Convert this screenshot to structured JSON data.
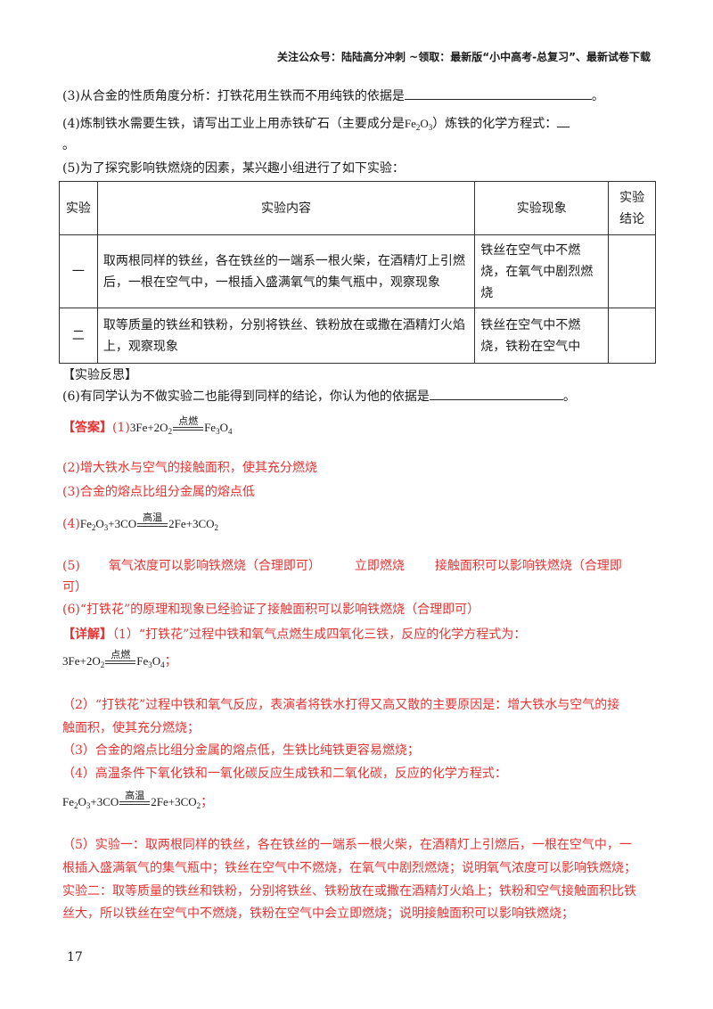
{
  "header": {
    "text": "关注公众号：陆陆高分冲刺 ~领取：最新版“小中高考-总复习”、最新试卷下载"
  },
  "q3": {
    "text": "(3)从合金的性质角度分析：打铁花用生铁而不用纯铁的依据是",
    "end": "。"
  },
  "q4": {
    "text_a": "(4)炼制铁水需要生铁，请写出工业上用赤铁矿石（主要成分是",
    "formula_main": "Fe",
    "formula_s1": "2",
    "formula_o": "O",
    "formula_s2": "3",
    "text_b": "）炼铁的化学方程式：",
    "line2": "。"
  },
  "q5": {
    "text": "(5)为了探究影响铁燃烧的因素，某兴趣小组进行了如下实验："
  },
  "table": {
    "headers": {
      "num": "实验",
      "content": "实验内容",
      "phenomenon": "实验现象",
      "conclusion": "实验结论"
    },
    "rows": [
      {
        "num": "一",
        "content": "取两根同样的铁丝，各在铁丝的一端系一根火柴，在酒精灯上引燃后，一根在空气中，一根插入盛满氧气的集气瓶中，观察现象",
        "phenomenon": "铁丝在空气中不燃烧，在氧气中剧烈燃烧",
        "conclusion": ""
      },
      {
        "num": "二",
        "content": "取等质量的铁丝和铁粉，分别将铁丝、铁粉放在或撒在酒精灯火焰上，观察现象",
        "phenomenon": "铁丝在空气中不燃烧，铁粉在空气中",
        "conclusion": ""
      }
    ]
  },
  "reflection": {
    "title": "【实验反思】",
    "q6": "(6)有同学认为不做实验二也能得到同样的结论，你认为他的依据是",
    "end": "。"
  },
  "answer": {
    "label": "【答案】",
    "a1_prefix": "(1)",
    "eq1_left": "3Fe+2O",
    "eq1_left_sub": "2",
    "eq1_cond": "点燃",
    "eq1_right": "Fe",
    "eq1_right_s1": "3",
    "eq1_right_o": "O",
    "eq1_right_s2": "4",
    "a2": "(2)增大铁水与空气的接触面积，使其充分燃烧",
    "a3": "(3)合金的熔点比组分金属的熔点低",
    "a4_prefix": "(4)",
    "eq2_left": "Fe",
    "eq2_left_s1": "2",
    "eq2_left_o": "O",
    "eq2_left_s2": "3",
    "eq2_left_tail": "+3CO",
    "eq2_cond": "高温",
    "eq2_right": "2Fe+3CO",
    "eq2_right_sub": "2",
    "a5_num": "(5)",
    "a5_p1": "氧气浓度可以影响铁燃烧（合理即可）",
    "a5_p2": "立即燃烧",
    "a5_p3": "接触面积可以影响铁燃烧（合理即",
    "a5_p3b": "可）",
    "a6": "(6)“打铁花”的原理和现象已经验证了接触面积可以影响铁燃烧（合理即可）"
  },
  "detail": {
    "label": "【详解】",
    "d1": "（1）“打铁花”过程中铁和氧气点燃生成四氧化三铁，反应的化学方程式为：",
    "d1_eq_end": "；",
    "d2_l1": "（2）“打铁花”过程中铁和氧气反应，表演者将铁水打得又高又散的主要原因是：增大铁水与空气的接",
    "d2_l2": "触面积，使其充分燃烧；",
    "d3": "（3）合金的熔点比组分金属的熔点低，生铁比纯铁更容易燃烧；",
    "d4": "（4）高温条件下氧化铁和一氧化碳反应生成铁和二氧化碳，反应的化学方程式：",
    "d4_eq_end": "；",
    "d5_l1": "（5）实验一：取两根同样的铁丝，各在铁丝的一端系一根火柴，在酒精灯上引燃后，一根在空气中，一",
    "d5_l2": "根插入盛满氧气的集气瓶中；铁丝在空气中不燃烧，在氧气中剧烈燃烧；说明氧气浓度可以影响铁燃烧；",
    "d5_l3": "实验二：取等质量的铁丝和铁粉，分别将铁丝、铁粉放在或撒在酒精灯火焰上；铁粉和空气接触面积比铁",
    "d5_l4": "丝大，所以铁丝在空气中不燃烧，铁粉在空气中会立即燃烧；说明接触面积可以影响铁燃烧；"
  },
  "page_number": "17"
}
